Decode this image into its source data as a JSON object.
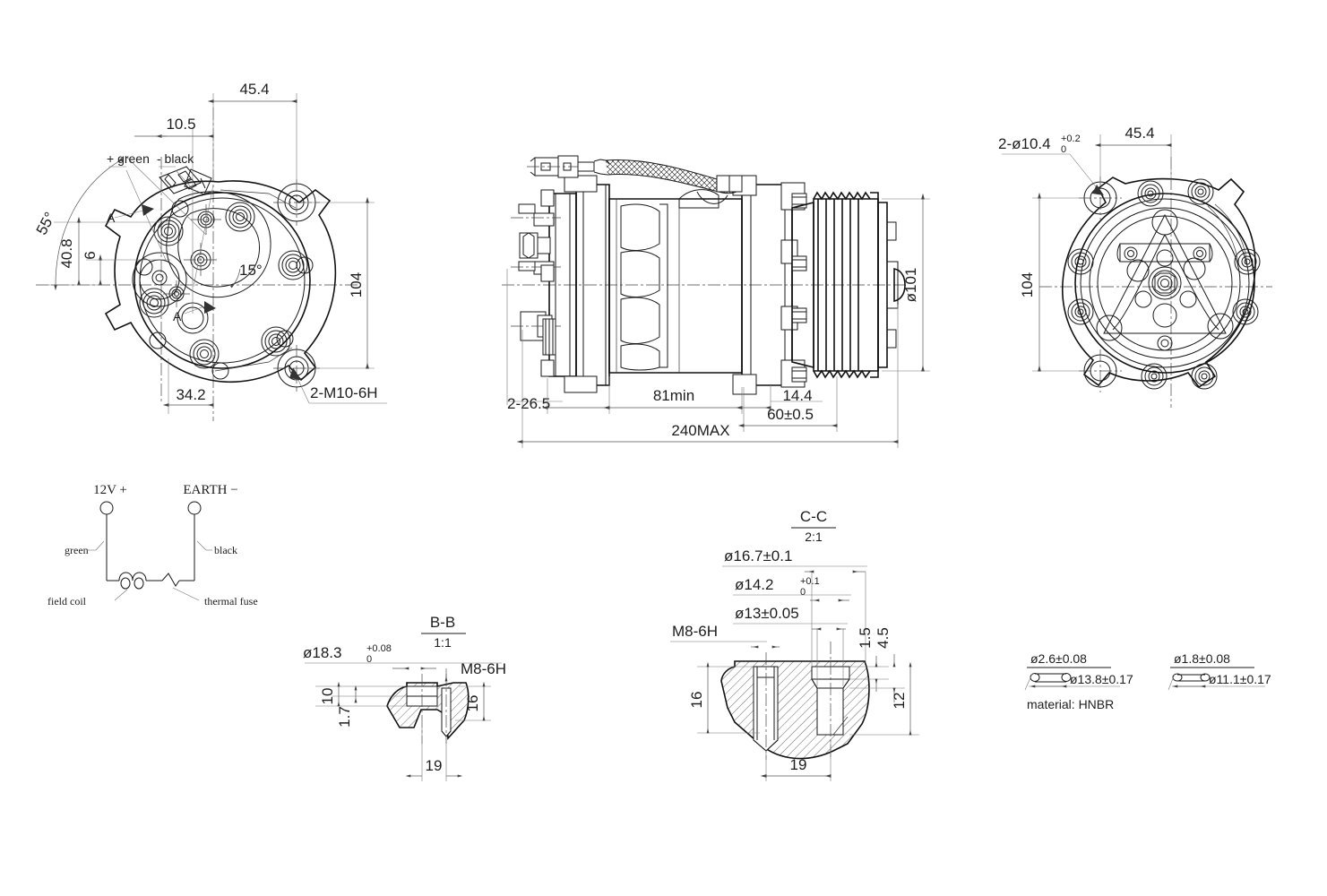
{
  "drawing": {
    "title": "Automotive A/C Compressor Assembly Drawing",
    "sheet_bg": "#ffffff",
    "line_color": "#1a1a1a"
  },
  "view_rear": {
    "name": "rear-mounting-face-view",
    "dimensions": {
      "d_45_4": "45.4",
      "d_10_5": "10.5",
      "d_104": "104",
      "d_34_2": "34.2",
      "d_40_8": "40.8",
      "d_6": "6",
      "angle_55": "55°",
      "angle_15": "15°"
    },
    "callouts": {
      "green": "+ green",
      "black": "- black",
      "thread": "2-M10-6H",
      "section_a_1": "A",
      "section_a_2": "A"
    }
  },
  "view_side": {
    "name": "side-elevation-view",
    "dimensions": {
      "d_2_26_5": "2-26.5",
      "d_81min": "81min",
      "d_14_4": "14.4",
      "d_60": "60±0.5",
      "d_240max": "240MAX",
      "d_101": "ø101"
    }
  },
  "view_front": {
    "name": "front-clutch-face-view",
    "dimensions": {
      "d_10_4": "2-ø10.4",
      "d_10_4_up": "+0.2",
      "d_10_4_lo": "0",
      "d_45_4": "45.4",
      "d_104": "104"
    }
  },
  "wiring": {
    "name": "clutch-coil-wiring-diagram",
    "terminal_left": "12V +",
    "terminal_right": "EARTH −",
    "wire_left": "green",
    "wire_right": "black",
    "component_left": "field coil",
    "component_right": "thermal fuse"
  },
  "section_bb": {
    "name": "section-b-b",
    "title": "B-B",
    "scale": "1:1",
    "dims": {
      "bore": "ø18.3",
      "bore_up": "+0.08",
      "bore_lo": "0",
      "thread": "M8-6H",
      "h10": "10",
      "h1_7": "1.7",
      "h16": "16",
      "w19": "19"
    }
  },
  "section_cc": {
    "name": "section-c-c",
    "title": "C-C",
    "scale": "2:1",
    "dims": {
      "d16_7": "ø16.7±0.1",
      "d14_2": "ø14.2",
      "d14_2_up": "+0.1",
      "d14_2_lo": "0",
      "d13": "ø13±0.05",
      "thread": "M8-6H",
      "h16": "16",
      "h1_5": "1.5",
      "h4_5": "4.5",
      "h12": "12",
      "w19": "19"
    }
  },
  "oring_left": {
    "name": "o-ring-detail-large",
    "cord": "ø2.6±0.08",
    "inner": "ø13.8±0.17",
    "material": "material: HNBR"
  },
  "oring_right": {
    "name": "o-ring-detail-small",
    "cord": "ø1.8±0.08",
    "inner": "ø11.1±0.17"
  }
}
